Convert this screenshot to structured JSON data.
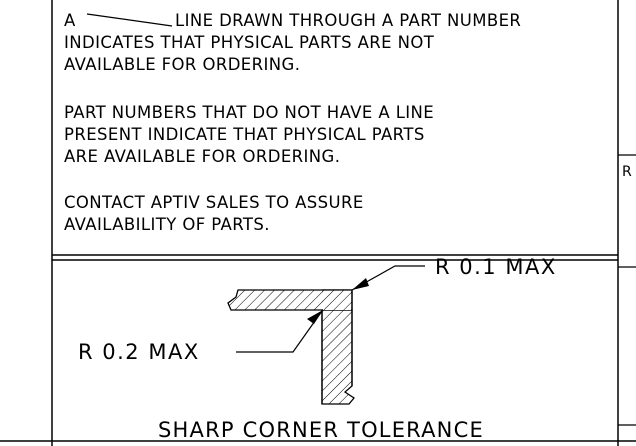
{
  "note": {
    "line1_prefix": "A",
    "line1_suffix": "LINE DRAWN THROUGH A PART NUMBER",
    "line2": "INDICATES THAT PHYSICAL PARTS ARE NOT",
    "line3": "AVAILABLE FOR ORDERING.",
    "line4": "PART NUMBERS THAT DO NOT HAVE A LINE",
    "line5": "PRESENT INDICATE THAT PHYSICAL PARTS",
    "line6": "ARE AVAILABLE FOR ORDERING.",
    "line7": "CONTACT APTIV SALES TO ASSURE",
    "line8": "AVAILABILITY OF PARTS."
  },
  "detail": {
    "outer_radius_label": "R 0.1 MAX",
    "inner_radius_label": "R 0.2 MAX",
    "caption": "SHARP CORNER TOLERANCE"
  },
  "edge_label": "R"
}
